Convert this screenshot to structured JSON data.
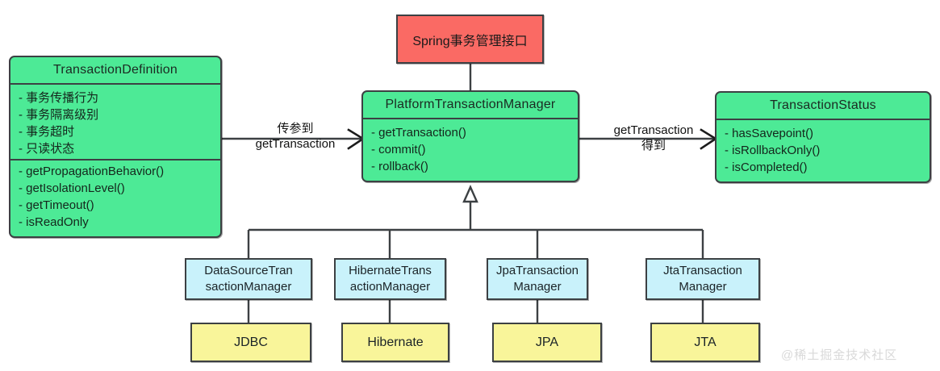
{
  "diagram": {
    "title_box": {
      "label": "Spring事务管理接口"
    },
    "transaction_definition": {
      "title": "TransactionDefinition",
      "attributes": [
        "- 事务传播行为",
        "- 事务隔离级别",
        "- 事务超时",
        "- 只读状态"
      ],
      "methods": [
        "- getPropagationBehavior()",
        "- getIsolationLevel()",
        "- getTimeout()",
        "- isReadOnly"
      ]
    },
    "platform_transaction_manager": {
      "title": "PlatformTransactionManager",
      "methods": [
        "- getTransaction()",
        "- commit()",
        "- rollback()"
      ]
    },
    "transaction_status": {
      "title": "TransactionStatus",
      "methods": [
        "- hasSavepoint()",
        "- isRollbackOnly()",
        "- isCompleted()"
      ]
    },
    "edges": {
      "left_label_line1": "传参到",
      "left_label_line2": "getTransaction",
      "right_label_line1": "getTransaction",
      "right_label_line2": "得到"
    },
    "implementations": [
      {
        "line1": "DataSourceTran",
        "line2": "sactionManager",
        "tech": "JDBC"
      },
      {
        "line1": "HibernateTrans",
        "line2": "actionManager",
        "tech": "Hibernate"
      },
      {
        "line1": "JpaTransaction",
        "line2": "Manager",
        "tech": "JPA"
      },
      {
        "line1": "JtaTransaction",
        "line2": "Manager",
        "tech": "JTA"
      }
    ],
    "watermark": "@稀土掘金技术社区",
    "colors": {
      "interface_green": "#4dea96",
      "spring_red": "#fa6a64",
      "impl_blue": "#c9f2fb",
      "tech_yellow": "#f9f59a",
      "stroke": "#3c4043"
    }
  }
}
